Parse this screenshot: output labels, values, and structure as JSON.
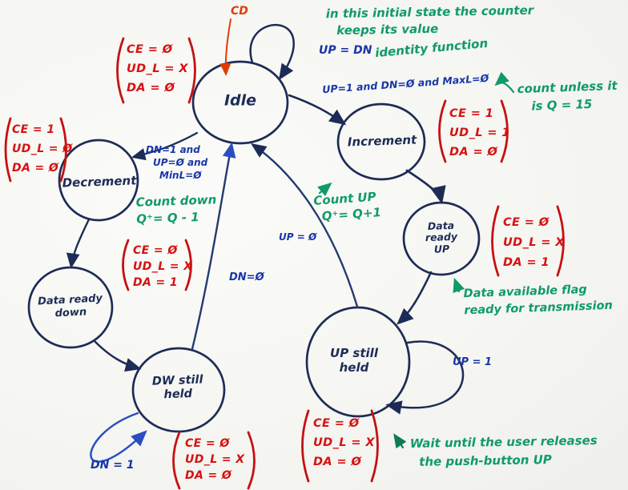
{
  "colors": {
    "ink_navy": "#1d2c56",
    "transition_blue": "#2a4ec2",
    "label_blue": "#1936a8",
    "annotation_red": "#d61212",
    "paren_red": "#c41111",
    "note_green": "#0f9b68",
    "note_dark_green": "#0c7a55",
    "reset_orange": "#e03c00",
    "board_background": "#f7f7f4"
  },
  "states": {
    "idle": {
      "name": "Idle"
    },
    "increment": {
      "name": "Increment"
    },
    "data_ready_up": {
      "lines": [
        "Data",
        "ready",
        "UP"
      ]
    },
    "up_still_held": {
      "lines": [
        "UP still",
        "held"
      ]
    },
    "dw_still_held": {
      "lines": [
        "DW still",
        "held"
      ]
    },
    "data_ready_down": {
      "lines": [
        "Data ready",
        "down"
      ]
    },
    "decrement": {
      "name": "Decrement"
    }
  },
  "outputs": {
    "idle": {
      "lines": [
        "CE = Ø",
        "UD_L = X",
        "DA = Ø"
      ]
    },
    "decrement": {
      "lines": [
        "CE = 1",
        "UD_L = Ø",
        "DA = Ø"
      ]
    },
    "data_ready_down": {
      "lines": [
        "CE = Ø",
        "UD_L = X",
        "DA = 1"
      ]
    },
    "increment": {
      "lines": [
        "CE = 1",
        "UD_L = 1",
        "DA = Ø"
      ]
    },
    "data_ready_up": {
      "lines": [
        "CE = Ø",
        "UD_L = X",
        "DA = 1"
      ]
    },
    "dw_still_held": {
      "lines": [
        "CE = Ø",
        "UD_L = X",
        "DA = Ø"
      ]
    },
    "up_still_held": {
      "lines": [
        "CE = Ø",
        "UD_L = X",
        "DA = Ø"
      ]
    }
  },
  "transitions": {
    "reset_label": "CD",
    "idle_self": "UP = DN",
    "idle_to_increment": "UP=1 and DN=Ø and MaxL=Ø",
    "idle_to_decrement": {
      "lines": [
        "DN=1 and",
        "UP=Ø and",
        "MinL=Ø"
      ]
    },
    "up_held_to_idle": "UP = Ø",
    "dw_held_to_idle": "DN=Ø",
    "dw_self": "DN = 1",
    "up_self": "UP = 1"
  },
  "notes": {
    "initial_state": {
      "lines": [
        "in this initial state the counter",
        "keeps its value"
      ]
    },
    "identity": "identity function",
    "count_unless": {
      "lines": [
        "count unless it",
        "is Q = 15"
      ]
    },
    "count_down": {
      "lines": [
        "Count down",
        "Q⁺= Q - 1"
      ]
    },
    "count_up": {
      "lines": [
        "Count UP",
        "Q⁺= Q+1"
      ]
    },
    "data_available": {
      "lines": [
        "Data available flag",
        "ready for transmission"
      ]
    },
    "wait_release": {
      "lines": [
        "Wait until the user releases",
        "the push-button UP"
      ]
    }
  }
}
